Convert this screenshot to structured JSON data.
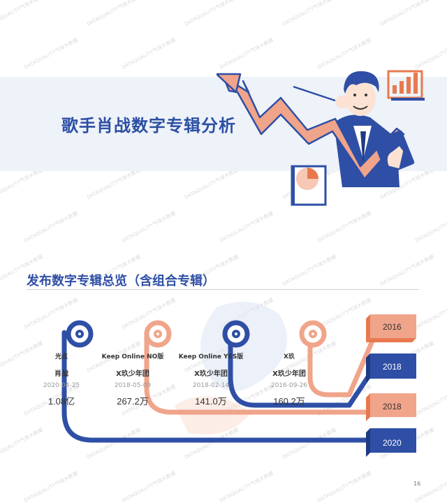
{
  "slide": {
    "title": "歌手肖战数字专辑分析",
    "section_title": "发布数字专辑总览（含组合专辑）",
    "page_number": "16"
  },
  "watermark": "DATAQUALITY气球大数据",
  "albums": [
    {
      "title": "光点",
      "artist": "肖战",
      "date": "2020-04-25",
      "sales": "1.08亿",
      "ring_color": "#2e4fa5"
    },
    {
      "title": "Keep Online NO版",
      "artist": "X玖少年团",
      "date": "2018-05-09",
      "sales": "267.2万",
      "ring_color": "#f0a48a"
    },
    {
      "title": "Keep Online YES版",
      "artist": "X玖少年团",
      "date": "2018-02-14",
      "sales": "141.0万",
      "ring_color": "#2e4fa5"
    },
    {
      "title": "X玖",
      "artist": "X玖少年团",
      "date": "2016-09-26",
      "sales": "160.2万",
      "ring_color": "#f0a48a"
    }
  ],
  "years": [
    {
      "label": "2016",
      "color": "#f0a48a"
    },
    {
      "label": "2018",
      "color": "#2e4fa5"
    },
    {
      "label": "2018",
      "color": "#f0a48a"
    },
    {
      "label": "2020",
      "color": "#2e4fa5"
    }
  ],
  "colors": {
    "blue": "#2e4fa5",
    "salmon": "#f0a48a",
    "deep_salmon": "#e8794f"
  }
}
